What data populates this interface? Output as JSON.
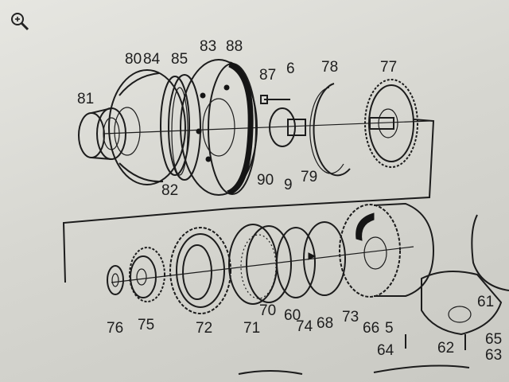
{
  "viewer": {
    "zoom_icon": "zoom-in-icon"
  },
  "callouts": {
    "c80": "80",
    "c84": "84",
    "c85": "85",
    "c83": "83",
    "c88": "88",
    "c87": "87",
    "c6": "6",
    "c78": "78",
    "c77": "77",
    "c81": "81",
    "c82": "82",
    "c90": "90",
    "c9": "9",
    "c79": "79",
    "c76": "76",
    "c75": "75",
    "c72": "72",
    "c71": "71",
    "c70": "70",
    "c60": "60",
    "c74": "74",
    "c68": "68",
    "c73": "73",
    "c66": "66",
    "c5": "5",
    "c64": "64",
    "c62": "62",
    "c65": "65",
    "c63": "63",
    "c61": "61"
  },
  "colors": {
    "paper": "#d7d7d1",
    "ink": "#1c1c1c"
  }
}
